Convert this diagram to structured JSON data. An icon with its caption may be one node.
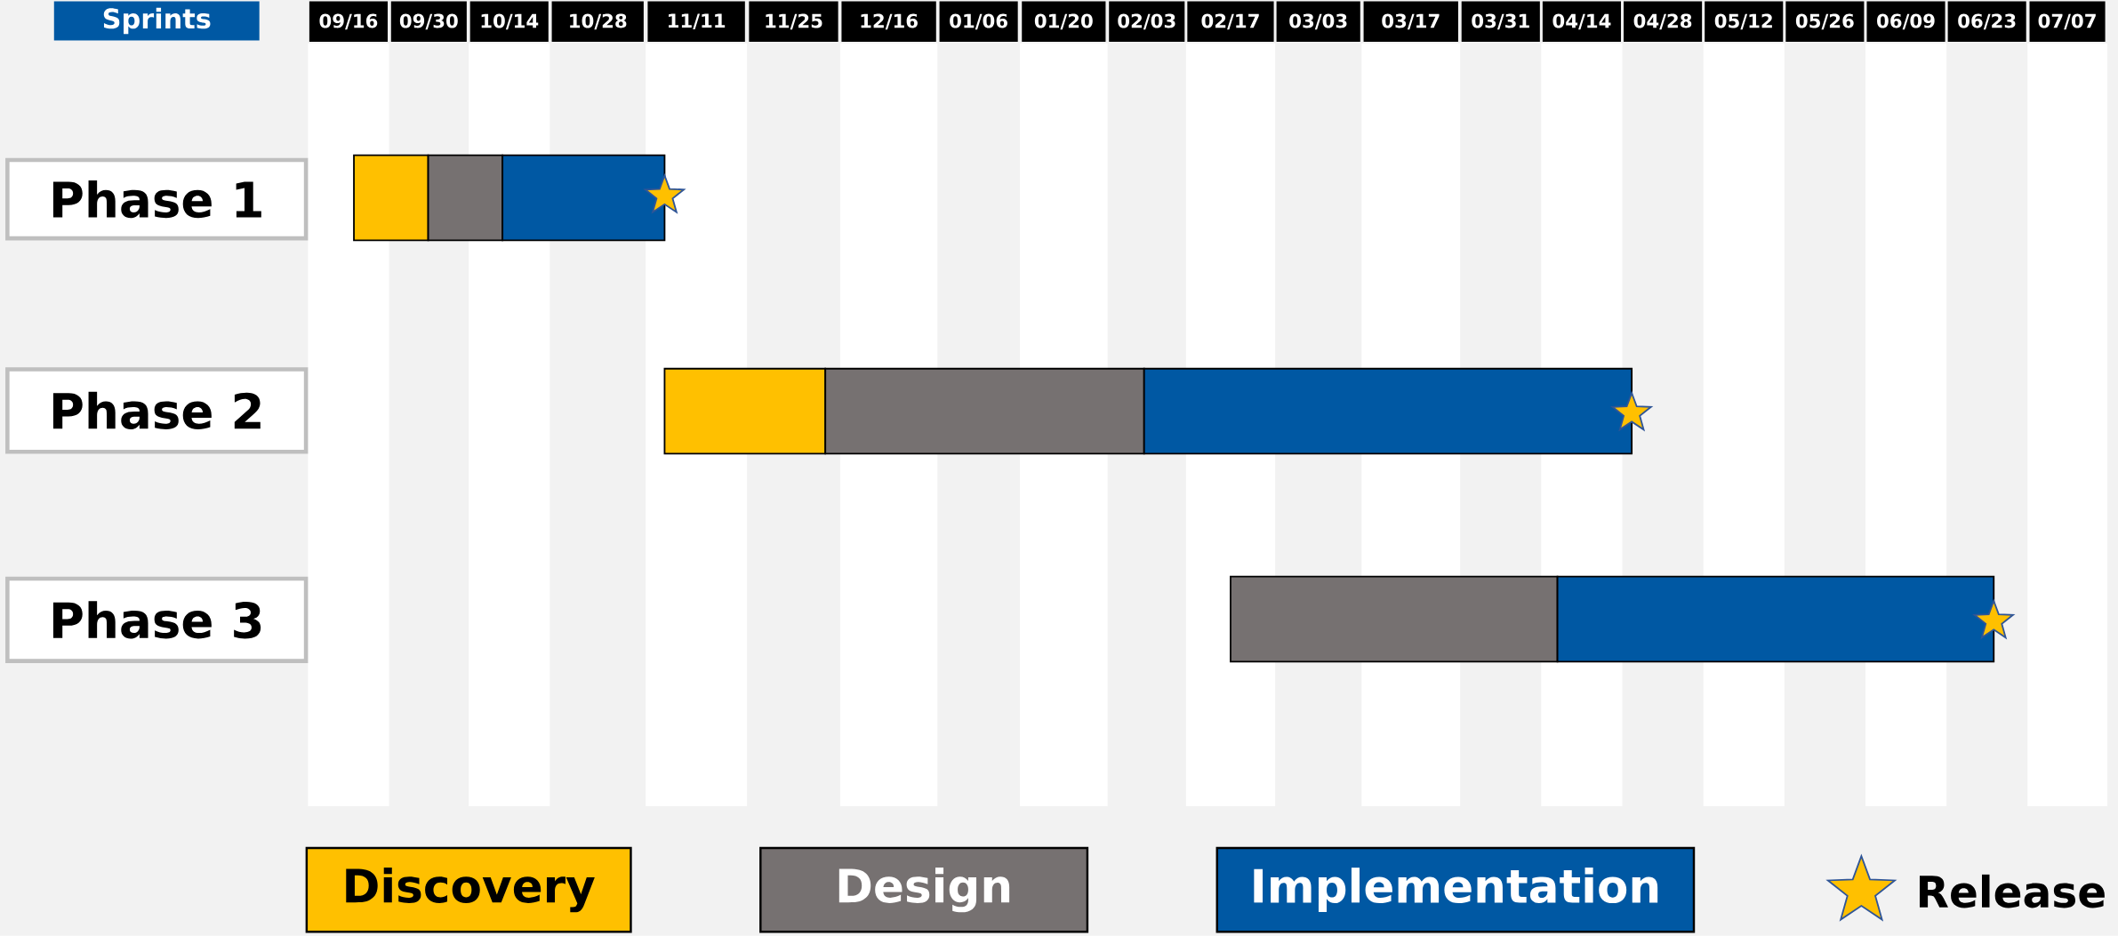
{
  "diagram": {
    "nodes": [
      {
        "text": [
          "Sprints"
        ]
      },
      {
        "text": [
          "Phase 1"
        ]
      },
      {
        "text": [
          "Phase 2"
        ]
      },
      {
        "text": [
          "Phase 3"
        ]
      },
      {
        "text": [],
        "shape": "bar"
      },
      {
        "text": [],
        "shape": "bar"
      },
      {
        "text": [],
        "shape": "bar"
      },
      {
        "text": [],
        "shape": "bar"
      },
      {
        "text": [],
        "shape": "bar"
      },
      {
        "text": [],
        "shape": "bar"
      },
      {
        "text": [],
        "shape": "bar"
      },
      {
        "text": [],
        "shape": "bar"
      }
    ],
    "labels": [
      "09/16",
      "09/30",
      "10/14",
      "10/28",
      "11/11",
      "11/25",
      "12/16",
      "01/06",
      "01/20",
      "02/03",
      "02/17",
      "03/03",
      "03/17",
      "03/31",
      "04/14",
      "04/28",
      "05/12",
      "05/26",
      "06/09",
      "06/23",
      "07/07"
    ],
    "legend": [
      {
        "text": "Discovery",
        "color": "#ffc000"
      },
      {
        "text": "Design",
        "color": "#767171"
      },
      {
        "text": "Implementation",
        "color": "#0058a3"
      },
      {
        "text": "Release"
      }
    ]
  }
}
